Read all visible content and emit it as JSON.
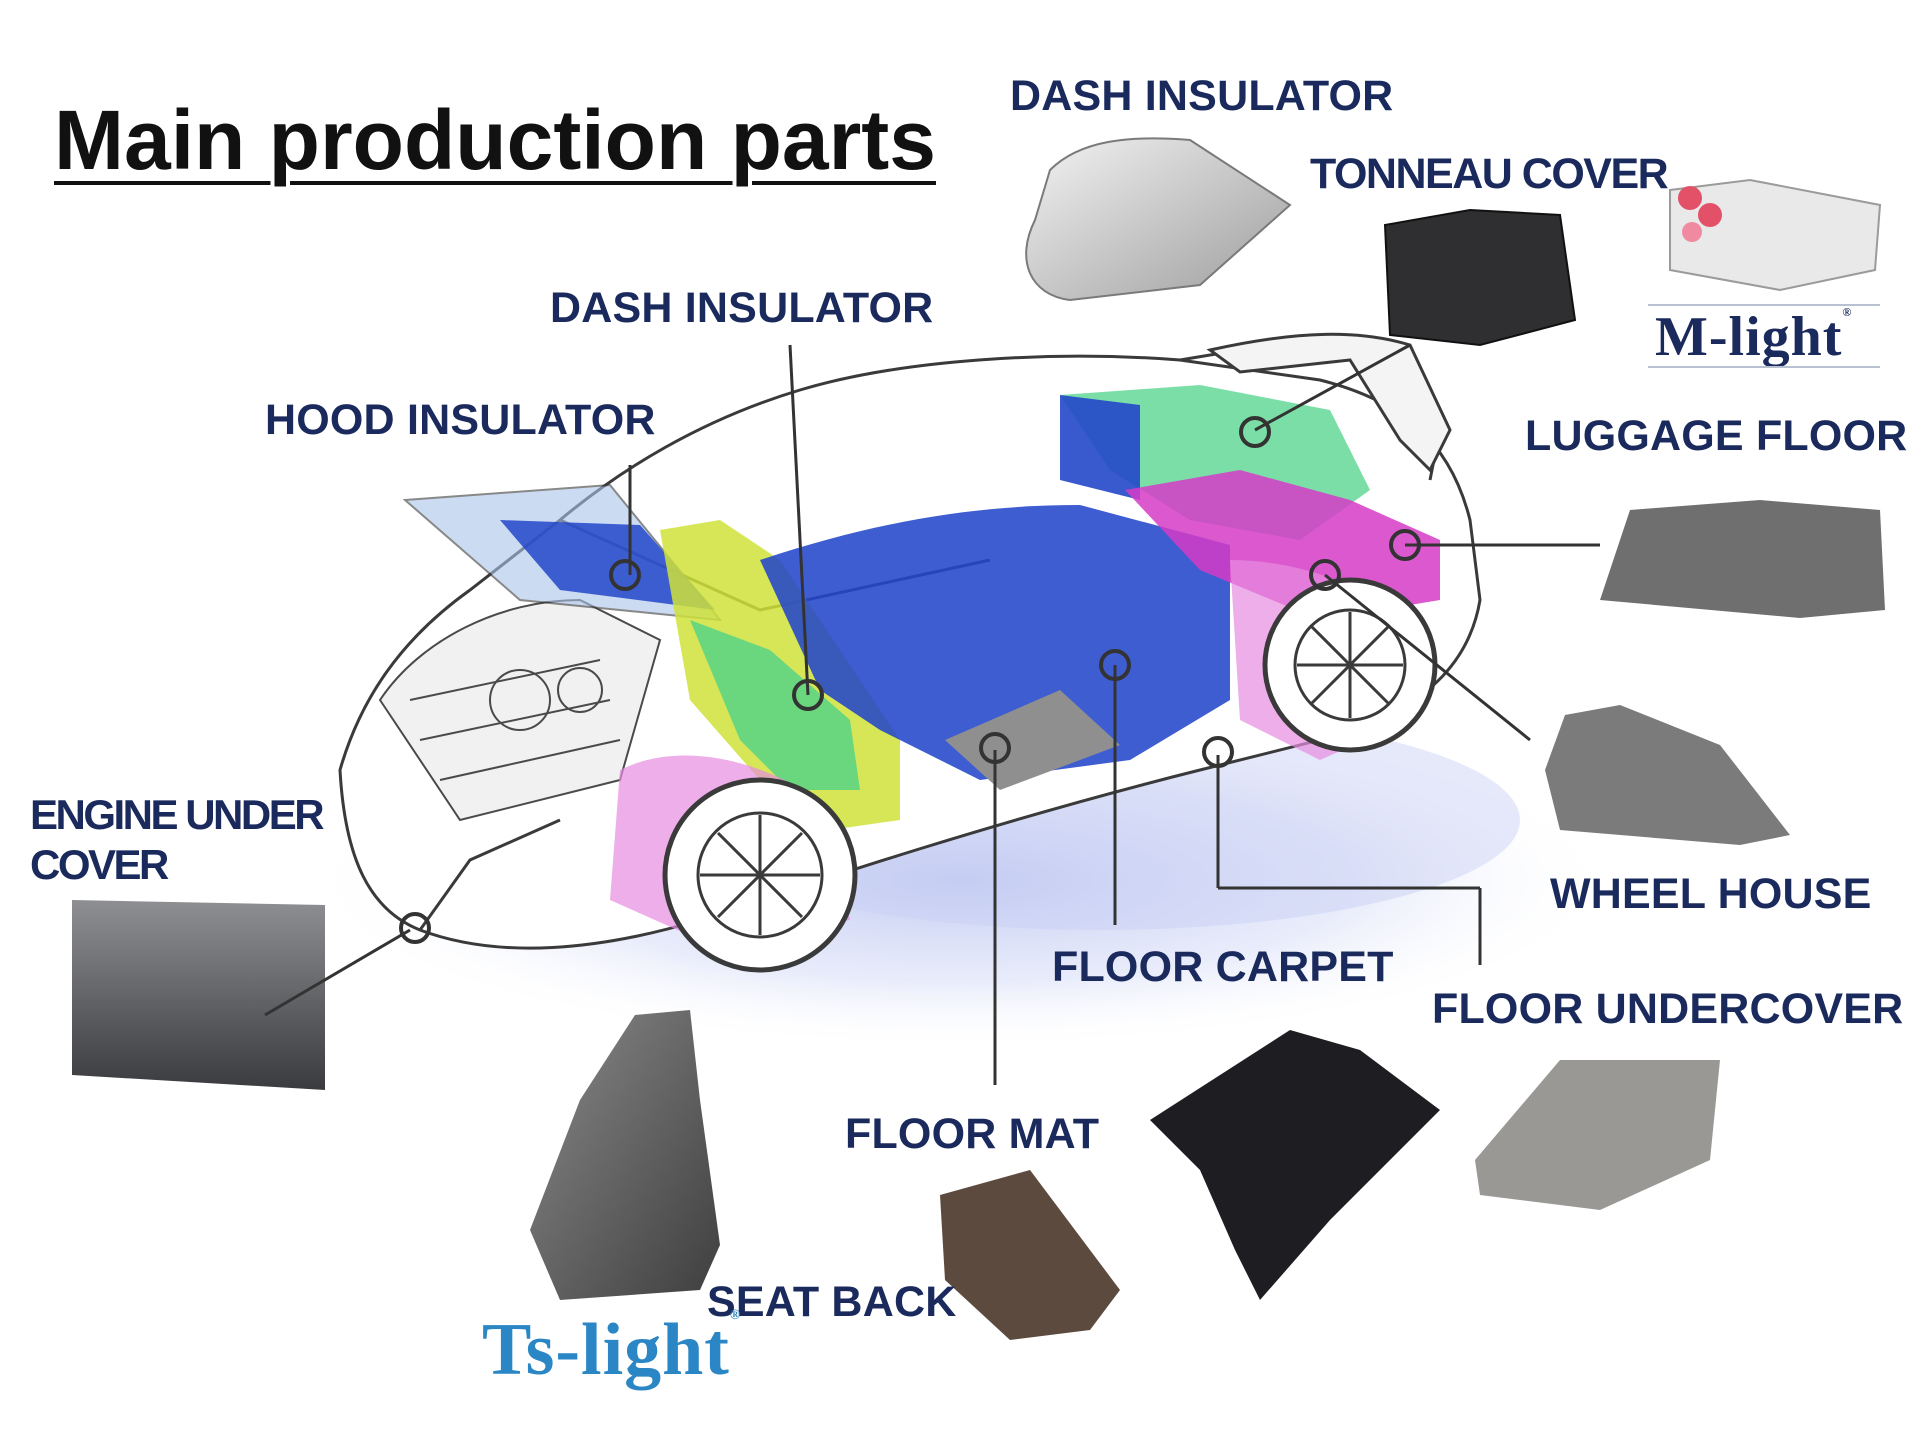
{
  "title": "Main production parts",
  "labels": {
    "dash_insulator_top": "DASH INSULATOR",
    "tonneau_cover": "TONNEAU COVER",
    "dash_insulator_mid": "DASH INSULATOR",
    "hood_insulator": "HOOD INSULATOR",
    "luggage_floor": "LUGGAGE FLOOR",
    "engine_under_cover_line1": "ENGINE UNDER",
    "engine_under_cover_line2": "COVER",
    "wheel_house": "WHEEL HOUSE",
    "floor_carpet": "FLOOR CARPET",
    "floor_undercover": "FLOOR UNDERCOVER",
    "floor_mat": "FLOOR MAT",
    "seat_back": "SEAT BACK"
  },
  "logos": {
    "m_light": "M-light",
    "ts_light": "Ts-light"
  },
  "colors": {
    "label_text": "#1b2a5c",
    "title_text": "#111111",
    "zone_blue": "#2347c9",
    "zone_yellow": "#cfe23a",
    "zone_green": "#4fd38a",
    "zone_magenta": "#d63bc7",
    "zone_pink": "#e68be0",
    "zone_gray": "#8f8f8f",
    "glow": "#c9d2f3",
    "callout_line": "#333333"
  }
}
